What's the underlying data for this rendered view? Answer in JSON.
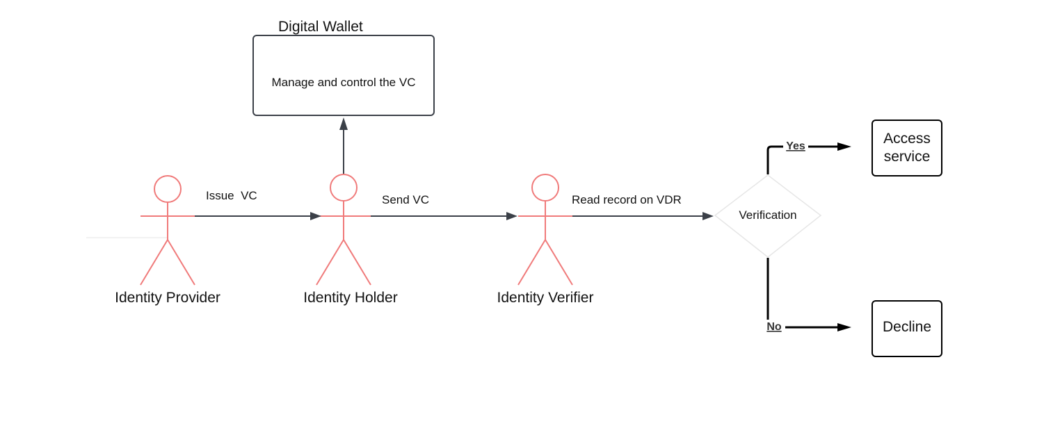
{
  "wallet": {
    "title": "Digital Wallet",
    "text": "Manage and control the VC"
  },
  "actors": {
    "provider": "Identity Provider",
    "holder": "Identity Holder",
    "verifier": "Identity Verifier"
  },
  "edges": {
    "issue": "Issue  VC",
    "send": "Send VC",
    "read": "Read record on VDR"
  },
  "decision": {
    "label": "Verification",
    "yes": "Yes",
    "no": "No"
  },
  "outcomes": {
    "access_line1": "Access",
    "access_line2": "service",
    "decline": "Decline"
  },
  "colors": {
    "actor": "#f07a7a",
    "connector": "#3b4048",
    "branch": "#000000"
  }
}
